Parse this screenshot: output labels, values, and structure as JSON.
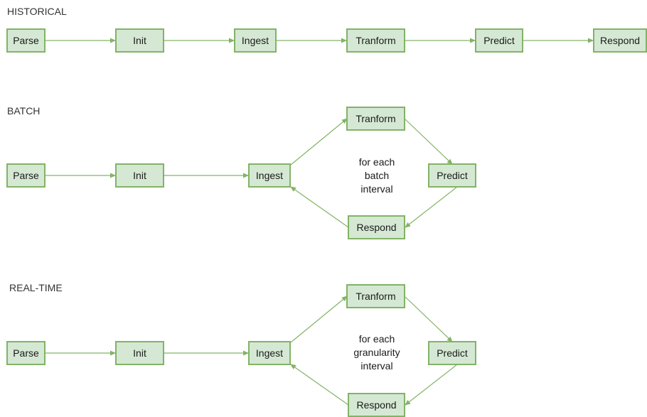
{
  "sections": {
    "historical": {
      "title": "HISTORICAL",
      "nodes": {
        "parse": "Parse",
        "init": "Init",
        "ingest": "Ingest",
        "transform": "Tranform",
        "predict": "Predict",
        "respond": "Respond"
      }
    },
    "batch": {
      "title": "BATCH",
      "nodes": {
        "parse": "Parse",
        "init": "Init",
        "ingest": "Ingest",
        "transform": "Tranform",
        "predict": "Predict",
        "respond": "Respond"
      },
      "loop_note": [
        "for each",
        "batch",
        "interval"
      ]
    },
    "realtime": {
      "title": "REAL-TIME",
      "nodes": {
        "parse": "Parse",
        "init": "Init",
        "ingest": "Ingest",
        "transform": "Tranform",
        "predict": "Predict",
        "respond": "Respond"
      },
      "loop_note": [
        "for each",
        "granularity",
        "interval"
      ]
    }
  },
  "colors": {
    "node_fill": "#d5e8d4",
    "node_border": "#82b366",
    "edge": "#82b366"
  }
}
